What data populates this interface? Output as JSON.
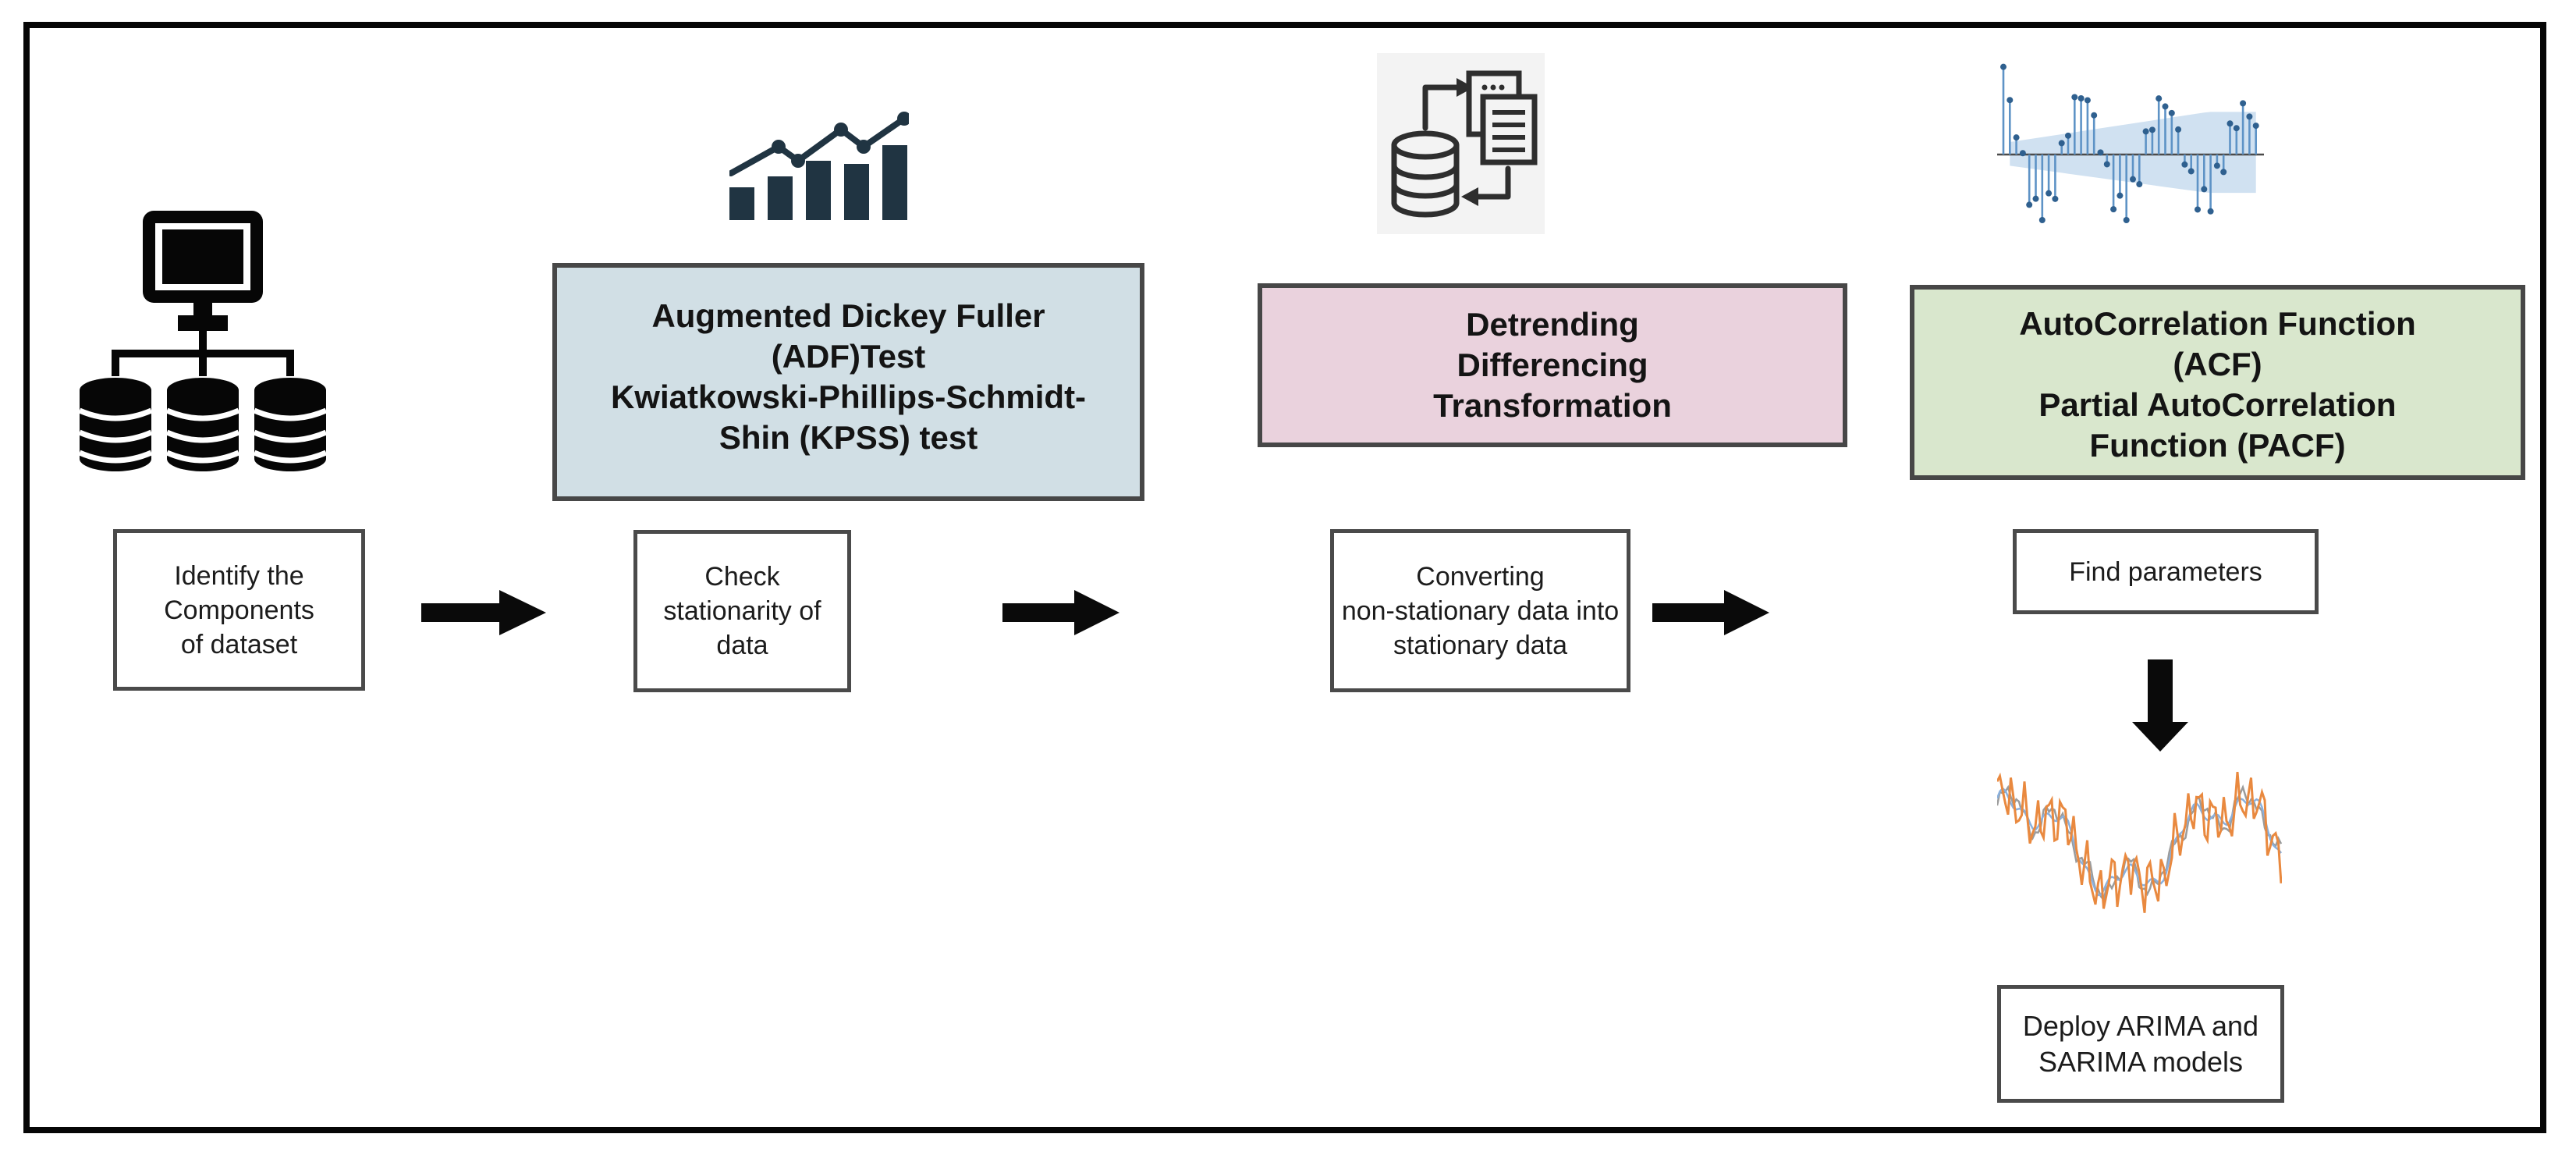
{
  "diagram_type": "flowchart",
  "process_steps": [
    {
      "id": "identify-components",
      "lines": [
        "Identify the",
        "Components",
        "of dataset"
      ]
    },
    {
      "id": "check-stationarity",
      "lines": [
        "Check",
        "stationarity of",
        "data"
      ]
    },
    {
      "id": "convert-data",
      "lines": [
        "Converting",
        "non-stationary data into",
        "stationary data"
      ]
    },
    {
      "id": "find-parameters",
      "lines": [
        "Find parameters"
      ]
    },
    {
      "id": "deploy-models",
      "lines": [
        "Deploy ARIMA and",
        "SARIMA models"
      ]
    }
  ],
  "method_labels": [
    {
      "id": "stationarity-tests",
      "lines": [
        "Augmented Dickey Fuller",
        "(ADF)Test",
        "Kwiatkowski-Phillips-Schmidt-",
        "Shin (KPSS) test"
      ],
      "bg": "#d1dfe5"
    },
    {
      "id": "transformations",
      "lines": [
        "Detrending",
        "Differencing",
        "Transformation"
      ],
      "bg": "#ead2dd"
    },
    {
      "id": "correlation-functions",
      "lines": [
        "AutoCorrelation Function",
        "(ACF)",
        "Partial AutoCorrelation",
        "Function (PACF)"
      ],
      "bg": "#d9e7cd"
    }
  ],
  "icons": {
    "data-sources": "computer connected to three database cylinders",
    "trend-bar-chart": "rising bar chart with zigzag trend line",
    "data-transform": "database exchanging data with documents",
    "acf-stem-plot": "autocorrelation stem plot with confidence band",
    "forecast-series": "noisy time series with fitted line"
  },
  "colors": {
    "frame": "#060606",
    "icon_dark": "#203442",
    "arrow": "#0a0a0a",
    "acf_stem": "#5e93c6",
    "acf_dot": "#2f608f",
    "acf_band": "#c4d9ee",
    "acf_axis": "#4a4a4a",
    "ts_orange": "#e9893f",
    "ts_blue": "#8ab0dd",
    "ts_gray": "#9b9b9b",
    "transform_bg": "#f3f3f3",
    "transform_stroke": "#2e2e2e"
  }
}
